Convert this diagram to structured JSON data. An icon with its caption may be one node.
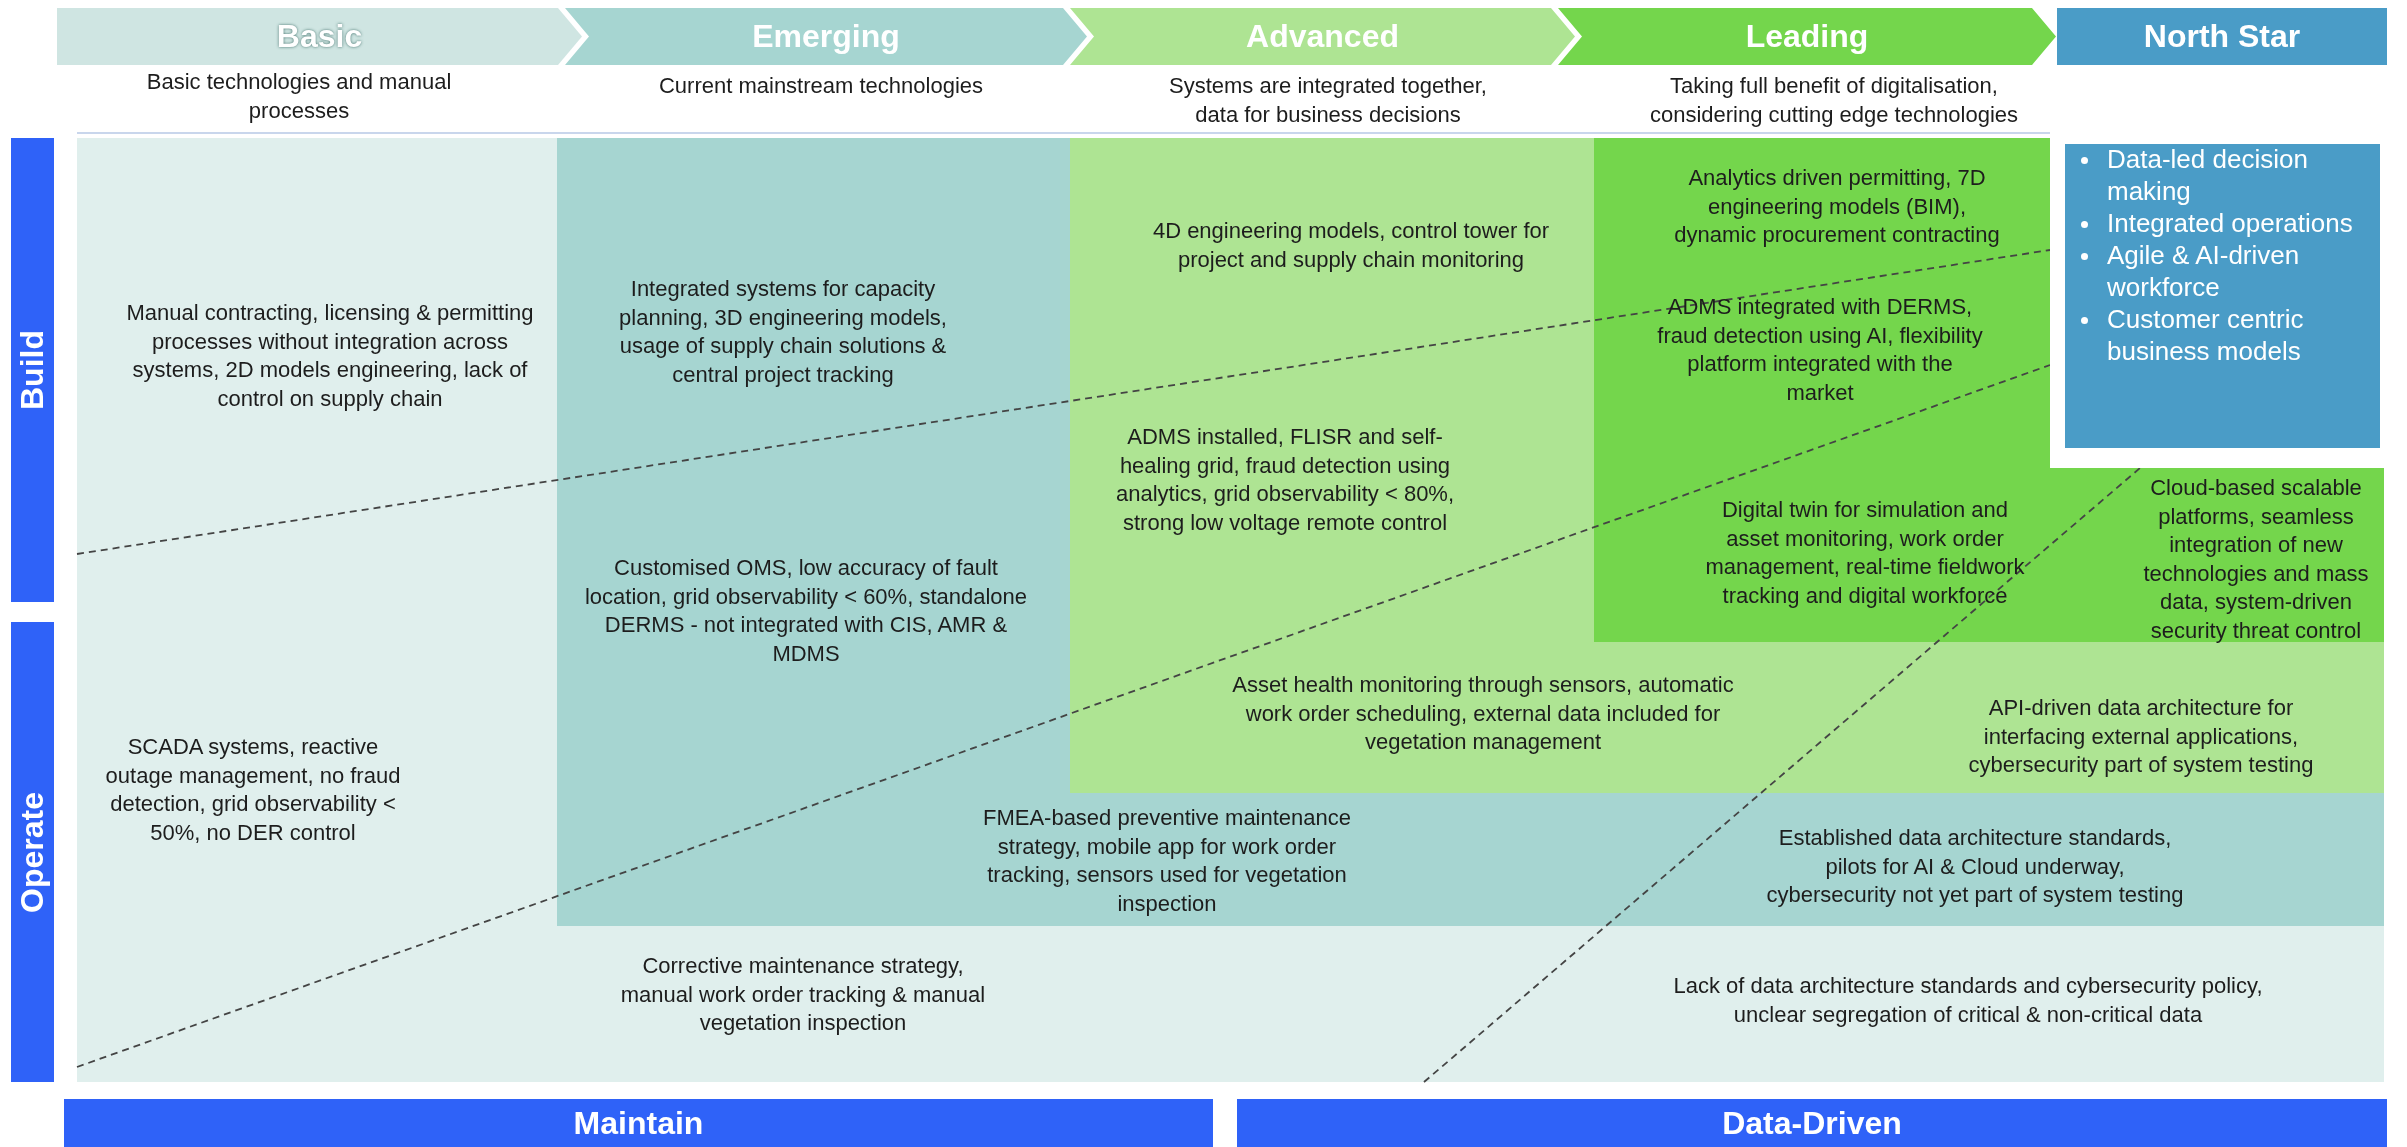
{
  "diagram": {
    "nodes": [
      {
        "text": [
          "Basic"
        ],
        "beside": [
          "Basic technologies and manual processes"
        ]
      },
      {
        "text": [
          "Emerging"
        ],
        "beside": [
          "Current mainstream technologies"
        ]
      },
      {
        "text": [
          "Advanced"
        ],
        "beside": [
          "Systems are integrated together, data for business decisions"
        ]
      },
      {
        "text": [
          "Leading"
        ],
        "beside": [
          "Taking full benefit of digitalisation, considering cutting edge technologies"
        ]
      },
      {
        "text": [
          "North Star"
        ]
      },
      {
        "text": [
          "Manual contracting, licensing & permitting processes without integration across systems, 2D models engineering, lack of control on supply chain",
          "SCADA systems, reactive outage management, no fraud detection, grid observability < 50%, no DER control",
          "Corrective maintenance strategy, manual work order tracking & manual vegetation inspection",
          "Lack of data architecture standards and cybersecurity policy, unclear segregation of critical & non-critical data"
        ]
      },
      {
        "text": [
          "Integrated systems for capacity planning, 3D engineering models, usage of supply chain solutions & central project tracking",
          "Customised OMS, low accuracy of fault location, grid observability < 60%, standalone DERMS - not integrated with CIS, AMR & MDMS",
          "FMEA-based preventive maintenance strategy, mobile app for work order tracking, sensors used for vegetation inspection",
          "Established data architecture standards, pilots for AI & Cloud underway, cybersecurity not yet part of system testing"
        ],
        "in": 5
      },
      {
        "text": [
          "4D engineering models, control tower for project and supply chain monitoring",
          "ADMS installed, FLISR and self-healing grid, fraud detection using analytics, grid observability < 80%, strong low voltage remote control",
          "Asset health monitoring through sensors, automatic work order scheduling, external data included for vegetation management",
          "API-driven data architecture for interfacing external applications, cybersecurity part of system testing"
        ],
        "in": 6
      },
      {
        "text": [
          "Analytics driven permitting, 7D engineering models (BIM), dynamic procurement contracting",
          "ADMS integrated with DERMS, fraud detection using AI, flexibility platform integrated with the market",
          "Digital twin for simulation and asset monitoring, work order management, real-time fieldwork tracking and digital workforce",
          "Cloud-based scalable platforms, seamless integration of new technologies and mass data, system-driven security threat control"
        ],
        "in": 7
      },
      {
        "text": [
          "Data-led decision making",
          "Integrated operations",
          "Agile & AI-driven workforce",
          "Customer centric business models"
        ],
        "in": 8
      },
      {
        "text": [
          "Build"
        ]
      },
      {
        "text": [
          "Operate"
        ]
      },
      {
        "text": [
          "Maintain"
        ]
      },
      {
        "text": [
          "Data-Driven"
        ]
      }
    ]
  }
}
